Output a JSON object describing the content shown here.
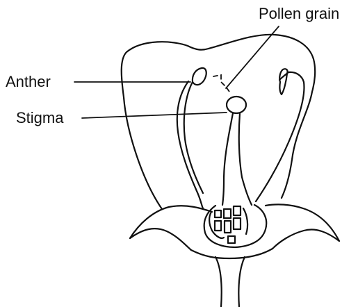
{
  "labels": {
    "pollen_grain": "Pollen grain",
    "anther": "Anther",
    "stigma": "Stigma"
  },
  "colors": {
    "stroke": "#111111",
    "background": "#ffffff"
  }
}
